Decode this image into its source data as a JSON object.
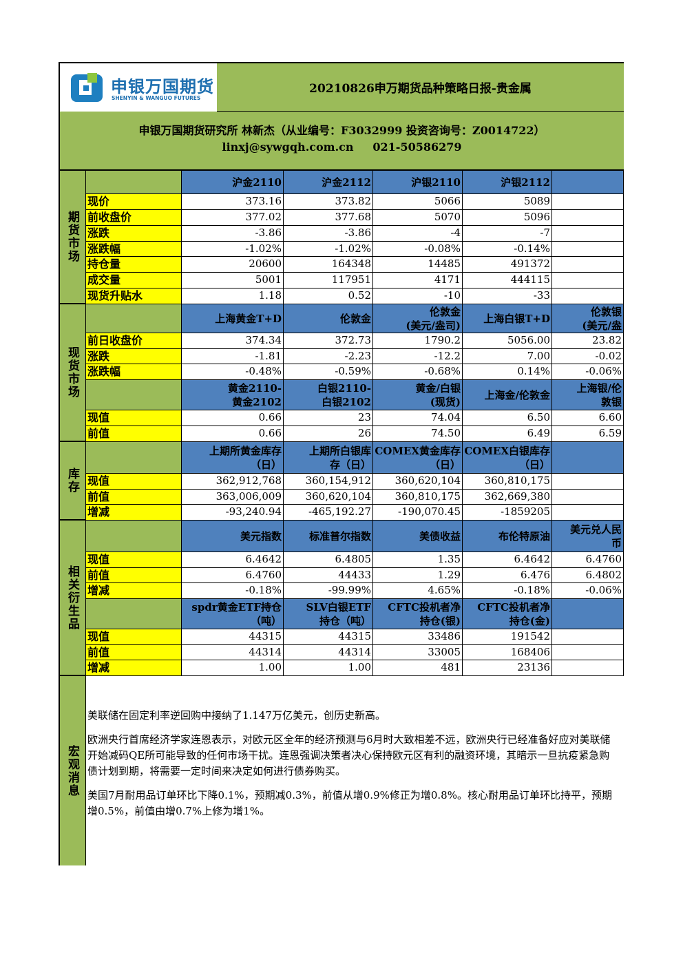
{
  "header": {
    "logo_cn": "申银万国期货",
    "logo_en": "SHENYIN & WANGUO FUTURES",
    "title": "20210826申万期货品种策略日报-贵金属",
    "author_line": "申银万国期货研究所 林新杰（从业编号：F3032999 投资咨询号：Z0014722）",
    "contact_line": "linxj@sywgqh.com.cn     021-50586279"
  },
  "futures": {
    "section": "期货市场",
    "columns": [
      "沪金2110",
      "沪金2112",
      "沪银2110",
      "沪银2112",
      ""
    ],
    "rows": [
      {
        "label": "现价",
        "values": [
          "373.16",
          "373.82",
          "5066",
          "5089",
          ""
        ]
      },
      {
        "label": "前收盘价",
        "values": [
          "377.02",
          "377.68",
          "5070",
          "5096",
          ""
        ]
      },
      {
        "label": "涨跌",
        "values": [
          "-3.86",
          "-3.86",
          "-4",
          "-7",
          ""
        ]
      },
      {
        "label": "涨跌幅",
        "values": [
          "-1.02%",
          "-1.02%",
          "-0.08%",
          "-0.14%",
          ""
        ]
      },
      {
        "label": "持仓量",
        "values": [
          "20600",
          "164348",
          "14485",
          "491372",
          ""
        ]
      },
      {
        "label": "成交量",
        "values": [
          "5001",
          "117951",
          "4171",
          "444115",
          ""
        ]
      },
      {
        "label": "现货升贴水",
        "values": [
          "1.18",
          "0.52",
          "-10",
          "-33",
          ""
        ]
      }
    ]
  },
  "spot": {
    "section": "现货市场",
    "columns": [
      [
        "上海黄金T+D"
      ],
      [
        "伦敦金"
      ],
      [
        "伦敦金",
        "(美元/盎司)"
      ],
      [
        "上海白银T+D"
      ],
      [
        "伦敦银",
        "(美元/盎"
      ]
    ],
    "rows": [
      {
        "label": "前日收盘价",
        "values": [
          "374.34",
          "372.73",
          "1790.2",
          "5056.00",
          "23.82"
        ]
      },
      {
        "label": "涨跌",
        "values": [
          "-1.81",
          "-2.23",
          "-12.2",
          "7.00",
          "-0.02"
        ]
      },
      {
        "label": "涨跌幅",
        "values": [
          "-0.48%",
          "-0.59%",
          "-0.68%",
          "0.14%",
          "-0.06%"
        ]
      }
    ],
    "columns2": [
      [
        "黄金2110-",
        "黄金2102"
      ],
      [
        "白银2110-",
        "白银2102"
      ],
      [
        "黄金/白银",
        "(现货)"
      ],
      [
        "上海金/伦敦金"
      ],
      [
        "上海银/伦",
        "敦银"
      ]
    ],
    "rows2": [
      {
        "label": "现值",
        "values": [
          "0.66",
          "23",
          "74.04",
          "6.50",
          "6.60"
        ]
      },
      {
        "label": "前值",
        "values": [
          "0.66",
          "26",
          "74.50",
          "6.49",
          "6.59"
        ]
      }
    ]
  },
  "inventory": {
    "section": "库存",
    "columns": [
      [
        "上期所黄金库存",
        "（日）"
      ],
      [
        "上期所白银库",
        "存（日）"
      ],
      [
        "COMEX黄金库存",
        "（日）"
      ],
      [
        "COMEX白银库存",
        "（日）"
      ],
      [
        ""
      ]
    ],
    "rows": [
      {
        "label": "现值",
        "values": [
          "362,912,768",
          "360,154,912",
          "360,620,104",
          "360,810,175",
          ""
        ]
      },
      {
        "label": "前值",
        "values": [
          "363,006,009",
          "360,620,104",
          "360,810,175",
          "362,669,380",
          ""
        ]
      },
      {
        "label": "增减",
        "values": [
          "-93,240.94",
          "-465,192.27",
          "-190,070.45",
          "-1859205",
          ""
        ]
      }
    ]
  },
  "derivatives": {
    "section": "相关衍生品",
    "columns": [
      [
        "美元指数"
      ],
      [
        "标准普尔指数"
      ],
      [
        "美债收益"
      ],
      [
        "布伦特原油"
      ],
      [
        "美元兑人民",
        "币"
      ]
    ],
    "rows": [
      {
        "label": "现值",
        "values": [
          "6.4642",
          "6.4805",
          "1.35",
          "6.4642",
          "6.4760"
        ]
      },
      {
        "label": "前值",
        "values": [
          "6.4760",
          "44433",
          "1.29",
          "6.476",
          "6.4802"
        ]
      },
      {
        "label": "增减",
        "values": [
          "-0.18%",
          "-99.99%",
          "4.65%",
          "-0.18%",
          "-0.06%"
        ]
      }
    ],
    "columns2": [
      [
        "spdr黄金ETF持仓",
        "（吨）"
      ],
      [
        "SLV白银ETF",
        "持仓（吨）"
      ],
      [
        "CFTC投机者净",
        "持仓(银)"
      ],
      [
        "CFTC投机者净",
        "持仓(金)"
      ],
      [
        ""
      ]
    ],
    "rows2": [
      {
        "label": "现值",
        "values": [
          "44315",
          "44315",
          "33486",
          "191542",
          ""
        ]
      },
      {
        "label": "前值",
        "values": [
          "44314",
          "44314",
          "33005",
          "168406",
          ""
        ]
      },
      {
        "label": "增减",
        "values": [
          "1.00",
          "1.00",
          "481",
          "23136",
          ""
        ]
      }
    ]
  },
  "macro": {
    "section": "宏观消息",
    "paragraphs": [
      "美联储在固定利率逆回购中接纳了1.147万亿美元，创历史新高。",
      "欧洲央行首席经济学家连恩表示，对欧元区全年的经济预测与6月时大致相差不远，欧洲央行已经准备好应对美联储开始减码QE所可能导致的任何市场干扰。连恩强调决策者决心保持欧元区有利的融资环境，其暗示一旦抗疫紧急购债计划到期，将需要一定时间来决定如何进行债券购买。",
      "美国7月耐用品订单环比下降0.1%，预期减0.3%，前值从增0.9%修正为增0.8%。核心耐用品订单环比持平，预期增0.5%，前值由增0.7%上修为增1%。"
    ]
  }
}
